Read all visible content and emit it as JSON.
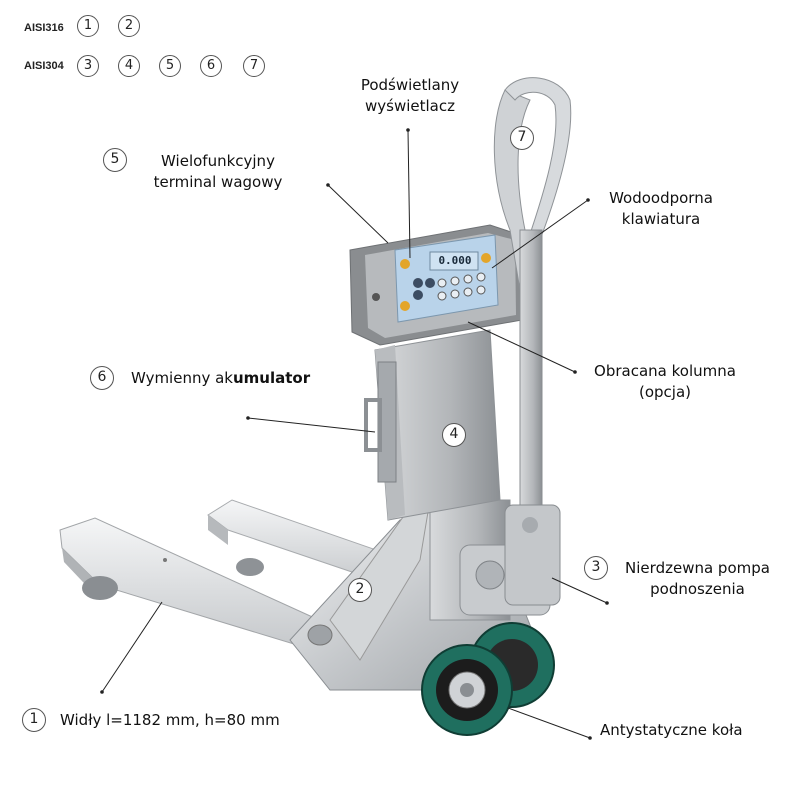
{
  "legend": {
    "row1": {
      "tag": "AISI316",
      "numbers": [
        "1",
        "2"
      ]
    },
    "row2": {
      "tag": "AISI304",
      "numbers": [
        "3",
        "4",
        "5",
        "6",
        "7"
      ]
    }
  },
  "callouts": {
    "display": {
      "line1": "Podświetlany",
      "line2": "wyświetlacz"
    },
    "terminal": {
      "number": "5",
      "line1": "Wielofunkcyjny",
      "line2": "terminal wagowy"
    },
    "keyboard": {
      "line1": "Wodoodporna",
      "line2": "klawiatura"
    },
    "column": {
      "line1": "Obracana kolumna",
      "line2": "(opcja)"
    },
    "battery": {
      "number": "6",
      "text_a": "Wymienny ak",
      "text_b": "umulator"
    },
    "pump": {
      "number": "3",
      "line1": "Nierdzewna pompa",
      "line2": "podnoszenia"
    },
    "forks": {
      "number": "1",
      "text": "Widły l=1182 mm, h=80 mm"
    },
    "wheels": {
      "text": "Antystatyczne koła"
    }
  },
  "on_image_markers": {
    "handle": "7",
    "column": "4",
    "frame": "2"
  },
  "display_screen": {
    "reading": "0.000"
  },
  "colors": {
    "steel": "#c9ccd0",
    "wheel_tread": "#1f6f5f",
    "screen": "#b9d3ea",
    "line": "#222222"
  }
}
